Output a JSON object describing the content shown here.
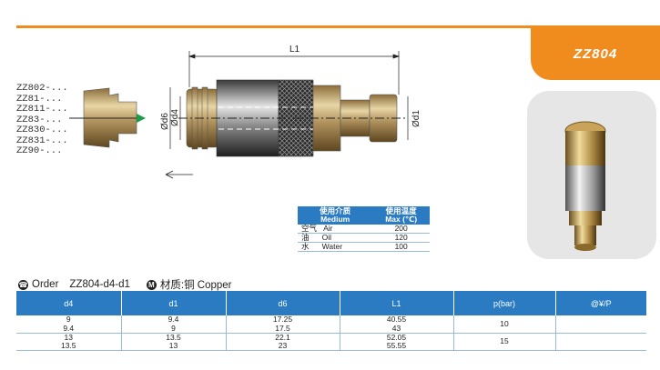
{
  "header": {
    "model": "ZZ804",
    "accent": "#f08c1e"
  },
  "models": [
    "ZZ802-...",
    "ZZ81-...",
    "ZZ811-...",
    "ZZ83-...",
    "ZZ830-...",
    "ZZ831-...",
    "ZZ90-..."
  ],
  "dims": {
    "l1": "L1",
    "d6": "Ød6",
    "d4": "Ød4",
    "d1": "Ød1"
  },
  "media": {
    "head1": "使用介质",
    "head1_en": "Medium",
    "head2": "使用温度",
    "head2_en": "Max (℃)",
    "rows": [
      {
        "label": "空气   Air",
        "value": "200"
      },
      {
        "label": "油      Oil",
        "value": "120"
      },
      {
        "label": "水      Water",
        "value": "100"
      }
    ]
  },
  "order": {
    "label": "Order",
    "code": "ZZ804-d4-d1",
    "material_label": "材质:铜  Copper"
  },
  "specs": {
    "headers": [
      "d4",
      "d1",
      "d6",
      "L1",
      "p(bar)",
      "@¥/P"
    ],
    "rows": [
      [
        "9",
        "9.4",
        "17.25",
        "40.55"
      ],
      [
        "9.4",
        "9",
        "17.5",
        "43"
      ],
      [
        "13",
        "13.5",
        "22.1",
        "52.05"
      ],
      [
        "13.5",
        "13",
        "23",
        "55.55"
      ]
    ],
    "pressures": [
      "10",
      "15"
    ]
  }
}
